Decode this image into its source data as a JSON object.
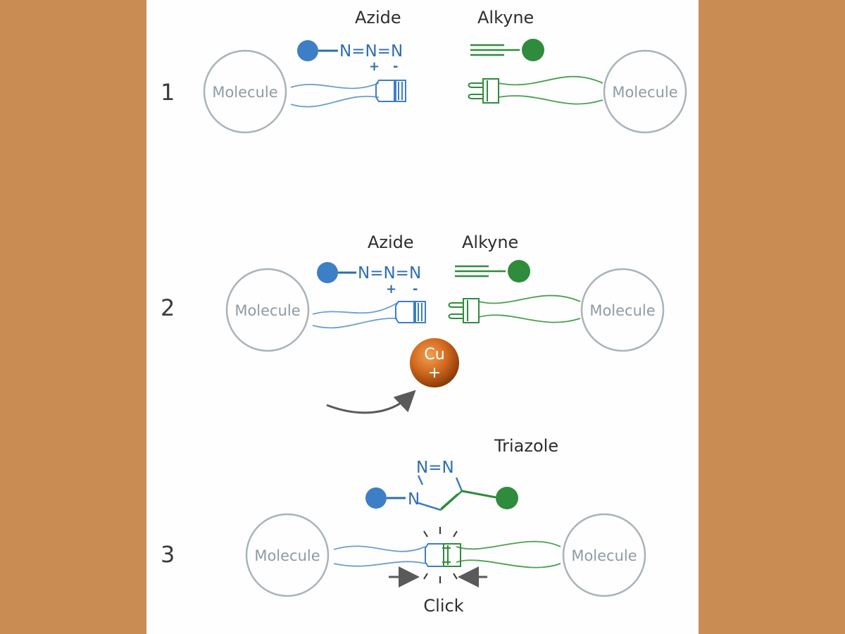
{
  "colors": {
    "background": "#c98c52",
    "panel": "#fefefe",
    "azide_blue": "#3d7fc6",
    "alkyne_green": "#2f8c3c",
    "molecule_circle": "#a9b3b9",
    "copper": "#d2691e"
  },
  "step1": {
    "number": "1",
    "azide_label": "Azide",
    "alkyne_label": "Alkyne",
    "azide_formula": "N=N=N",
    "charge_plus": "+",
    "charge_minus": "-",
    "molecule_left": "Molecule",
    "molecule_right": "Molecule"
  },
  "step2": {
    "number": "2",
    "azide_label": "Azide",
    "alkyne_label": "Alkyne",
    "azide_formula": "N=N=N",
    "charge_plus": "+",
    "charge_minus": "-",
    "molecule_left": "Molecule",
    "molecule_right": "Molecule",
    "catalyst_symbol": "Cu",
    "catalyst_charge": "+"
  },
  "step3": {
    "number": "3",
    "product_label": "Triazole",
    "ring_top": "N=N",
    "ring_n1": "N",
    "molecule_left": "Molecule",
    "molecule_right": "Molecule",
    "action_label": "Click"
  }
}
